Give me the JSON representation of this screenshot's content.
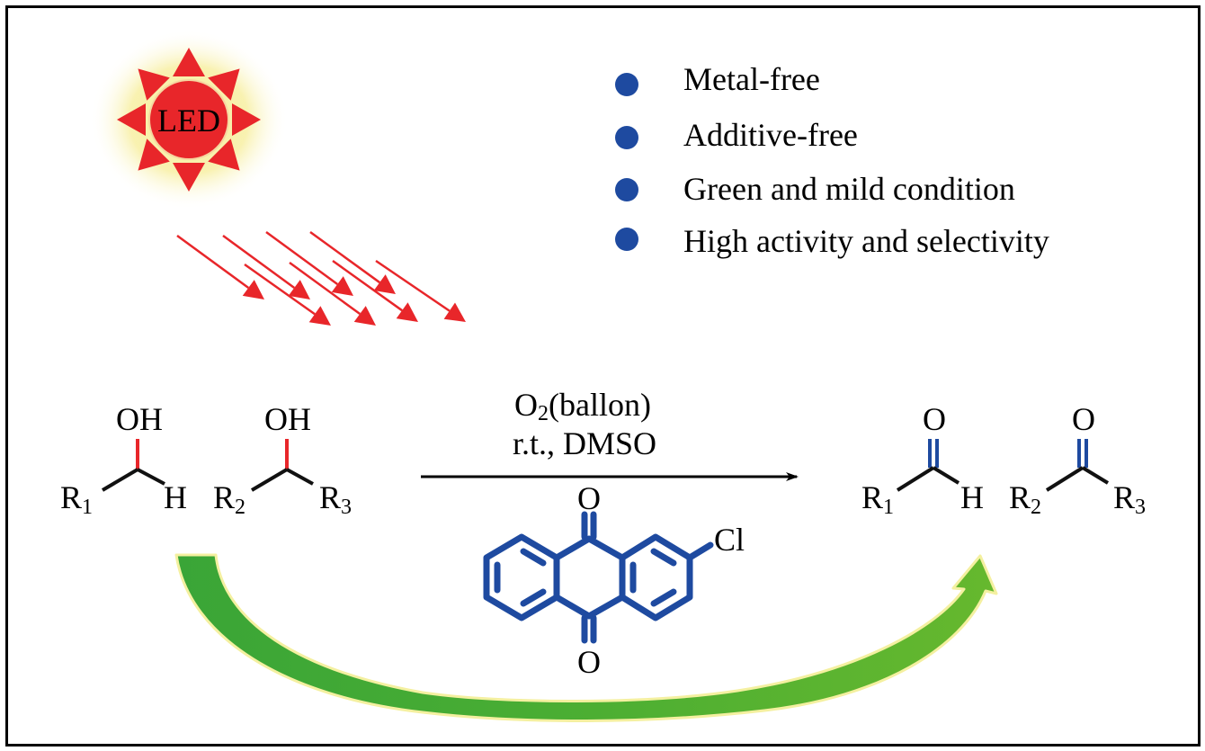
{
  "colors": {
    "sun_red": "#e8262a",
    "sun_glow": "#f6ee9a",
    "light_arrow_red": "#e8262a",
    "bullet_blue": "#1e4aa0",
    "catalyst_blue": "#1e4aa0",
    "alcohol_bond_red": "#e8262a",
    "carbonyl_bond_blue": "#1e4aa0",
    "cycle_arrow_green_dark": "#3aa537",
    "cycle_arrow_green_light": "#66b82e",
    "cycle_arrow_edge": "#f4f0a0",
    "text": "#000000"
  },
  "light_source": {
    "label": "LED",
    "icon": "sun-icon",
    "ray_count": 8
  },
  "features": [
    {
      "icon": "bullet-dot-icon",
      "label": "Metal-free"
    },
    {
      "icon": "bullet-dot-icon",
      "label": "Additive-free"
    },
    {
      "icon": "bullet-dot-icon",
      "label": "Green and mild condition"
    },
    {
      "icon": "bullet-dot-icon",
      "label": "High activity and selectivity"
    }
  ],
  "reactants": {
    "primary_alcohol": {
      "top": "OH",
      "left": "R",
      "left_sub": "1",
      "right": "H"
    },
    "secondary_alcohol": {
      "top": "OH",
      "left": "R",
      "left_sub": "2",
      "right": "R",
      "right_sub": "3"
    }
  },
  "conditions": {
    "line1_prefix": "O",
    "line1_sub": "2",
    "line1_suffix": "(ballon)",
    "line2": "r.t., DMSO"
  },
  "catalyst": {
    "name": "2-chloroanthraquinone",
    "top_atom": "O",
    "bottom_atom": "O",
    "substituent": "Cl"
  },
  "products": {
    "aldehyde": {
      "top": "O",
      "left": "R",
      "left_sub": "1",
      "right": "H"
    },
    "ketone": {
      "top": "O",
      "left": "R",
      "left_sub": "2",
      "right": "R",
      "right_sub": "3"
    }
  }
}
